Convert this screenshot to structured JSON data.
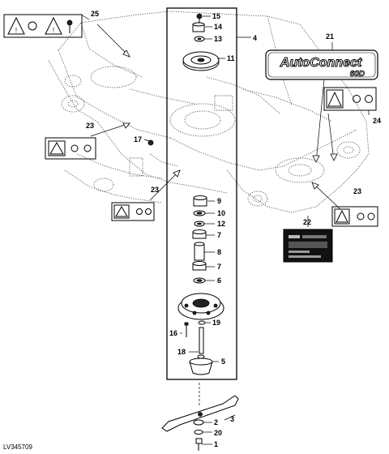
{
  "callouts": {
    "c1": "1",
    "c2": "2",
    "c3": "3",
    "c4": "4",
    "c5": "5",
    "c6": "6",
    "c7a": "7",
    "c7b": "7",
    "c8": "8",
    "c9": "9",
    "c10": "10",
    "c11": "11",
    "c12": "12",
    "c13": "13",
    "c14": "14",
    "c15": "15",
    "c16": "16",
    "c17": "17",
    "c18": "18",
    "c19": "19",
    "c20": "20",
    "c21": "21",
    "c22": "22",
    "c23a": "23",
    "c23b": "23",
    "c23c": "23",
    "c24": "24",
    "c25": "25"
  },
  "brand_label": {
    "line1": "AutoConnect",
    "line2": "60D"
  },
  "reference_code": "LV345709"
}
